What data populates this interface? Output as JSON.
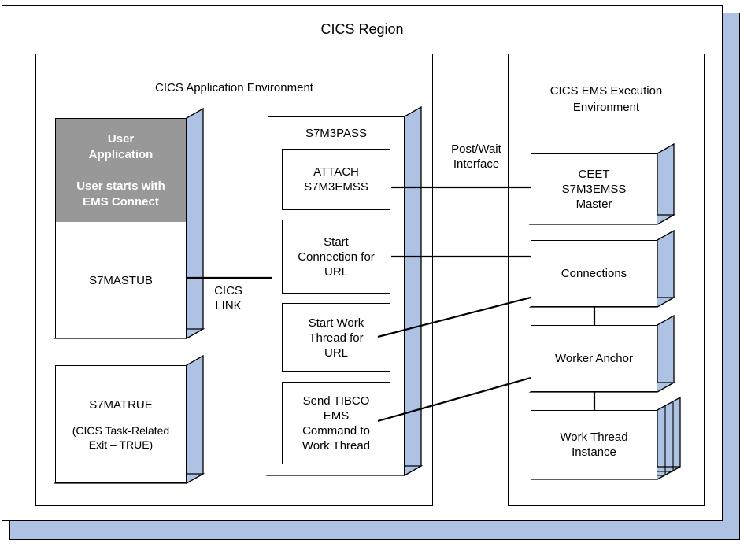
{
  "diagram": {
    "title": "CICS Region",
    "accent_shadow_color": "#aec3e3",
    "highlight_fill_color": "#989898",
    "panels": {
      "application_environment": {
        "title": "CICS Application Environment"
      },
      "ems_execution_environment": {
        "title": "CICS EMS Execution\nEnvironment"
      }
    },
    "nodes": {
      "user_application": {
        "banner": "User\nApplication\n\nUser starts with\nEMS Connect",
        "body": "S7MASTUB"
      },
      "s7matrue": {
        "title": "S7MATRUE",
        "subtitle": "(CICS Task-Related\nExit – TRUE)"
      },
      "s7m3pass": {
        "title": "S7M3PASS",
        "steps": [
          {
            "label": "ATTACH\nS7M3EMSS"
          },
          {
            "label": "Start\nConnection for\nURL"
          },
          {
            "label": "Start Work\nThread for\nURL"
          },
          {
            "label": "Send TIBCO\nEMS\nCommand to\nWork Thread"
          }
        ]
      },
      "ceet_master": {
        "label": "CEET\nS7M3EMSS\nMaster"
      },
      "connections": {
        "label": "Connections"
      },
      "worker_anchor": {
        "label": "Worker Anchor"
      },
      "work_thread_instance": {
        "label": "Work Thread\nInstance"
      }
    },
    "connector_labels": {
      "cics_link": "CICS\nLINK",
      "post_wait": "Post/Wait\nInterface"
    }
  }
}
